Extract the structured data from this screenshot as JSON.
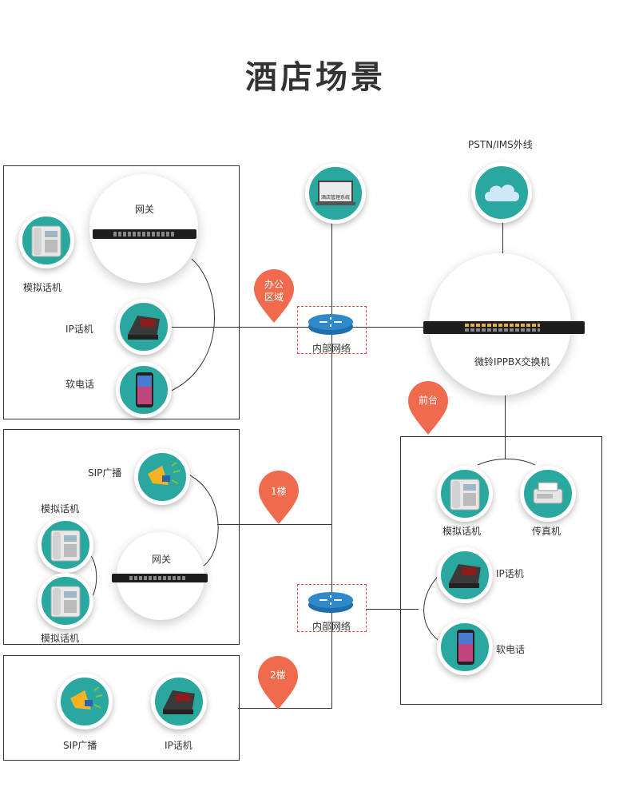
{
  "title": "酒店场景",
  "colors": {
    "teal": "#2aa8a0",
    "pin": "#f06a4e",
    "router": "#2f89c8",
    "line": "#333333",
    "dashed": "#e0453a"
  },
  "top": {
    "pstn_label": "PSTN/IMS外线",
    "computer_screen_text": "酒店管理系统",
    "pbx_label": "微铃IPPBX交换机"
  },
  "pins": {
    "office": "办公区域",
    "office_line1": "办公",
    "office_line2": "区域",
    "front_desk": "前台",
    "floor1": "1楼",
    "floor2": "2楼"
  },
  "routers": {
    "upper": "内部网络",
    "lower": "内部网络"
  },
  "office_box": {
    "gateway_label": "网关",
    "analog_phone": "模拟话机",
    "ip_phone": "IP话机",
    "softphone": "软电话"
  },
  "floor1_box": {
    "sip_broadcast": "SIP广播",
    "analog_phone_top": "模拟话机",
    "analog_phone_bottom": "模拟话机",
    "gateway_label": "网关"
  },
  "floor2_box": {
    "sip_broadcast": "SIP广播",
    "ip_phone": "IP话机"
  },
  "front_box": {
    "analog_phone": "模拟话机",
    "fax": "传真机",
    "ip_phone": "IP话机",
    "softphone": "软电话"
  },
  "icons": [
    "analog-phone-icon",
    "ip-phone-icon",
    "smartphone-icon",
    "speaker-icon",
    "fax-icon",
    "cloud-icon",
    "laptop-icon",
    "router-icon",
    "switch-icon",
    "map-pin-icon"
  ]
}
